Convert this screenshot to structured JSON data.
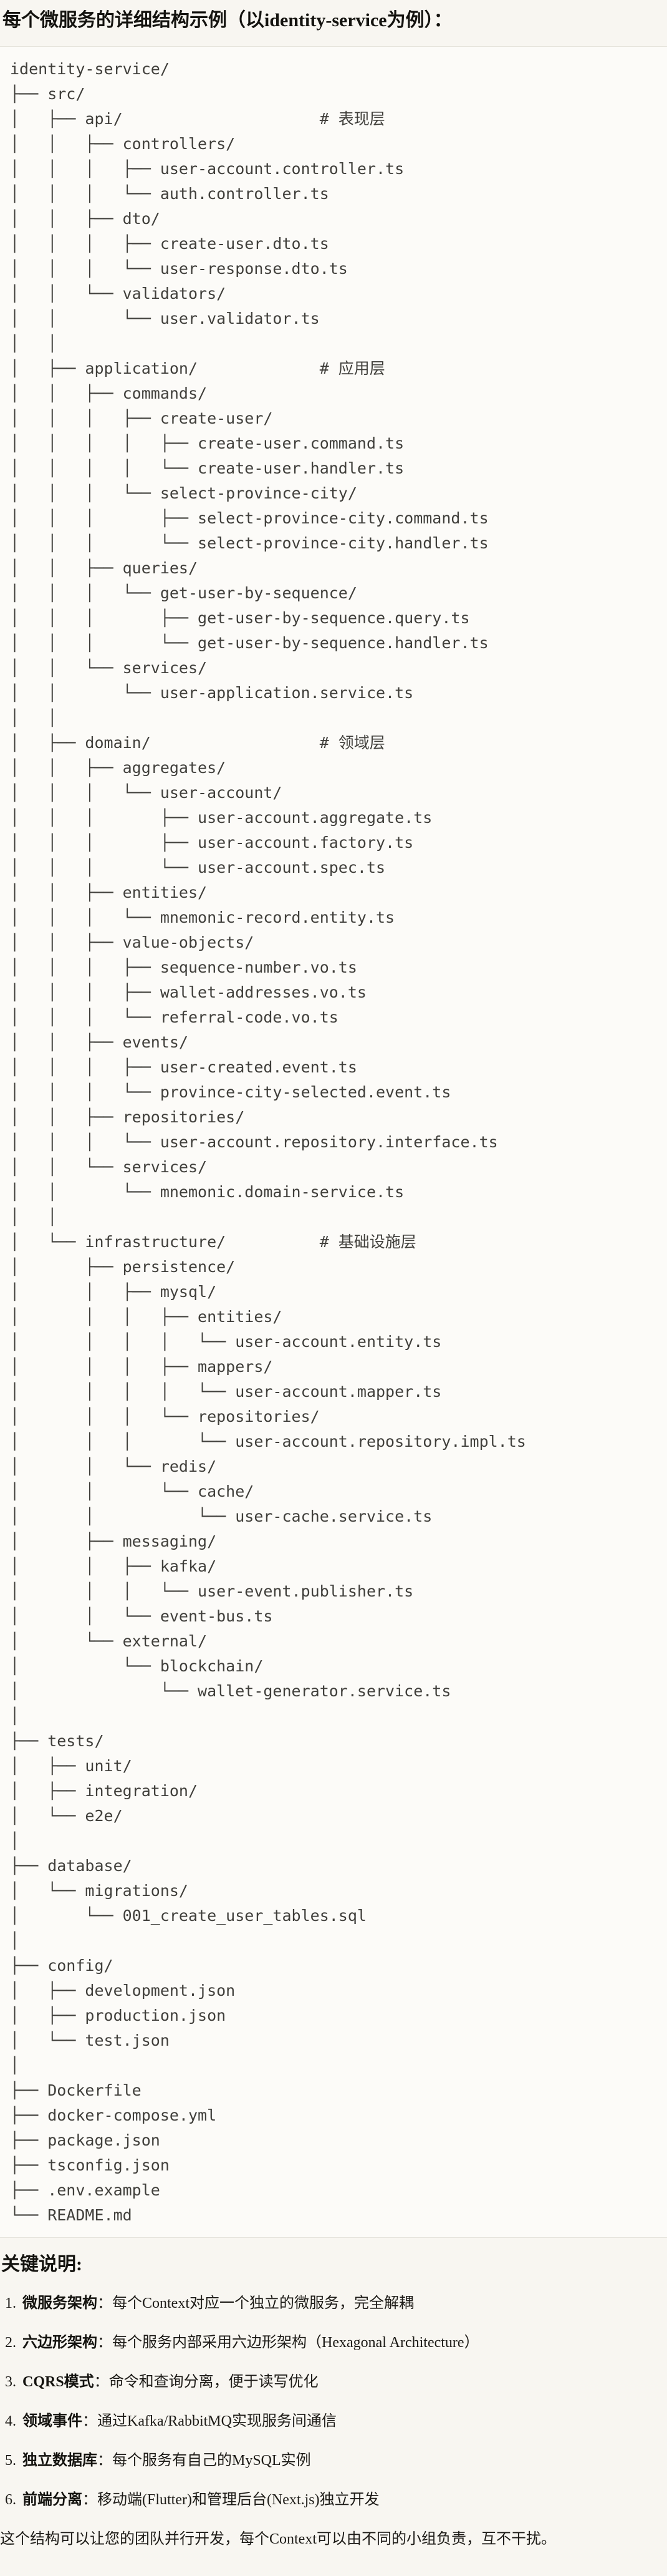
{
  "header": {
    "title": "每个微服务的详细结构示例（以identity-service为例）："
  },
  "tree": {
    "lines": [
      "identity-service/",
      "├── src/",
      "│   ├── api/                     # 表现层",
      "│   │   ├── controllers/",
      "│   │   │   ├── user-account.controller.ts",
      "│   │   │   └── auth.controller.ts",
      "│   │   ├── dto/",
      "│   │   │   ├── create-user.dto.ts",
      "│   │   │   └── user-response.dto.ts",
      "│   │   └── validators/",
      "│   │       └── user.validator.ts",
      "│   │",
      "│   ├── application/             # 应用层",
      "│   │   ├── commands/",
      "│   │   │   ├── create-user/",
      "│   │   │   │   ├── create-user.command.ts",
      "│   │   │   │   └── create-user.handler.ts",
      "│   │   │   └── select-province-city/",
      "│   │   │       ├── select-province-city.command.ts",
      "│   │   │       └── select-province-city.handler.ts",
      "│   │   ├── queries/",
      "│   │   │   └── get-user-by-sequence/",
      "│   │   │       ├── get-user-by-sequence.query.ts",
      "│   │   │       └── get-user-by-sequence.handler.ts",
      "│   │   └── services/",
      "│   │       └── user-application.service.ts",
      "│   │",
      "│   ├── domain/                  # 领域层",
      "│   │   ├── aggregates/",
      "│   │   │   └── user-account/",
      "│   │   │       ├── user-account.aggregate.ts",
      "│   │   │       ├── user-account.factory.ts",
      "│   │   │       └── user-account.spec.ts",
      "│   │   ├── entities/",
      "│   │   │   └── mnemonic-record.entity.ts",
      "│   │   ├── value-objects/",
      "│   │   │   ├── sequence-number.vo.ts",
      "│   │   │   ├── wallet-addresses.vo.ts",
      "│   │   │   └── referral-code.vo.ts",
      "│   │   ├── events/",
      "│   │   │   ├── user-created.event.ts",
      "│   │   │   └── province-city-selected.event.ts",
      "│   │   ├── repositories/",
      "│   │   │   └── user-account.repository.interface.ts",
      "│   │   └── services/",
      "│   │       └── mnemonic.domain-service.ts",
      "│   │",
      "│   └── infrastructure/          # 基础设施层",
      "│       ├── persistence/",
      "│       │   ├── mysql/",
      "│       │   │   ├── entities/",
      "│       │   │   │   └── user-account.entity.ts",
      "│       │   │   ├── mappers/",
      "│       │   │   │   └── user-account.mapper.ts",
      "│       │   │   └── repositories/",
      "│       │   │       └── user-account.repository.impl.ts",
      "│       │   └── redis/",
      "│       │       └── cache/",
      "│       │           └── user-cache.service.ts",
      "│       ├── messaging/",
      "│       │   ├── kafka/",
      "│       │   │   └── user-event.publisher.ts",
      "│       │   └── event-bus.ts",
      "│       └── external/",
      "│           └── blockchain/",
      "│               └── wallet-generator.service.ts",
      "│",
      "├── tests/",
      "│   ├── unit/",
      "│   ├── integration/",
      "│   └── e2e/",
      "│",
      "├── database/",
      "│   └── migrations/",
      "│       └── 001_create_user_tables.sql",
      "│",
      "├── config/",
      "│   ├── development.json",
      "│   ├── production.json",
      "│   └── test.json",
      "│",
      "├── Dockerfile",
      "├── docker-compose.yml",
      "├── package.json",
      "├── tsconfig.json",
      "├── .env.example",
      "└── README.md"
    ]
  },
  "notes": {
    "title": "关键说明:",
    "items": [
      {
        "num": "1.",
        "term": "微服务架构",
        "sep": "：",
        "desc": "每个Context对应一个独立的微服务，完全解耦"
      },
      {
        "num": "2.",
        "term": "六边形架构",
        "sep": "：",
        "desc": "每个服务内部采用六边形架构（Hexagonal Architecture）"
      },
      {
        "num": "3.",
        "term": "CQRS模式",
        "sep": "：",
        "desc": "命令和查询分离，便于读写优化"
      },
      {
        "num": "4.",
        "term": "领域事件",
        "sep": "：",
        "desc": "通过Kafka/RabbitMQ实现服务间通信"
      },
      {
        "num": "5.",
        "term": "独立数据库",
        "sep": "：",
        "desc": "每个服务有自己的MySQL实例"
      },
      {
        "num": "6.",
        "term": "前端分离",
        "sep": "：",
        "desc": "移动端(Flutter)和管理后台(Next.js)独立开发"
      }
    ]
  },
  "footer": {
    "text": "这个结构可以让您的团队并行开发，每个Context可以由不同的小组负责，互不干扰。"
  },
  "colors": {
    "page_bg": "#F8F6F1",
    "code_bg": "#FCFBF8",
    "code_border": "#E6E4DC",
    "tree_text": "#403F3B",
    "body_text": "#1D1B17"
  }
}
